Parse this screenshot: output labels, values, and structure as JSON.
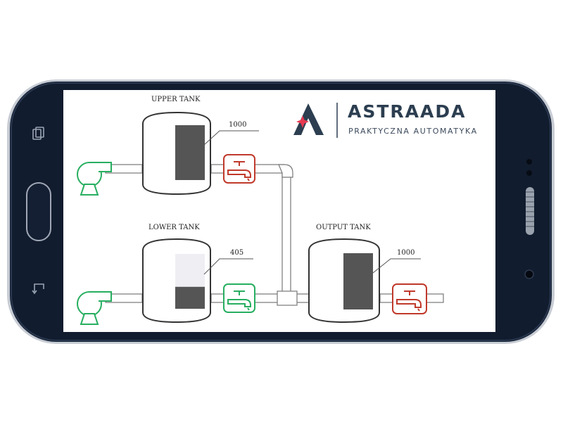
{
  "brand": {
    "name": "ASTRAADA",
    "tagline": "PRAKTYCZNA AUTOMATYKA"
  },
  "tanks": [
    {
      "label": "UPPER TANK",
      "level_value": "1000",
      "fill_fraction": 1.0
    },
    {
      "label": "LOWER TANK",
      "level_value": "405",
      "fill_fraction": 0.4
    },
    {
      "label": "OUTPUT TANK",
      "level_value": "1000",
      "fill_fraction": 1.0
    }
  ],
  "valves": [
    {
      "name": "upper-valve",
      "state": "closed",
      "color": "#c0392b"
    },
    {
      "name": "lower-valve",
      "state": "open",
      "color": "#27ae60"
    },
    {
      "name": "output-valve",
      "state": "closed",
      "color": "#c0392b"
    }
  ],
  "pumps": [
    {
      "name": "upper-pump",
      "color": "#27ae60"
    },
    {
      "name": "lower-pump",
      "color": "#27ae60"
    }
  ],
  "colors": {
    "phone_body": "#111c2e",
    "level_fill": "#555555",
    "level_empty": "#efeef2",
    "brand": "#2c3e50",
    "brand_accent": "#e63950"
  }
}
